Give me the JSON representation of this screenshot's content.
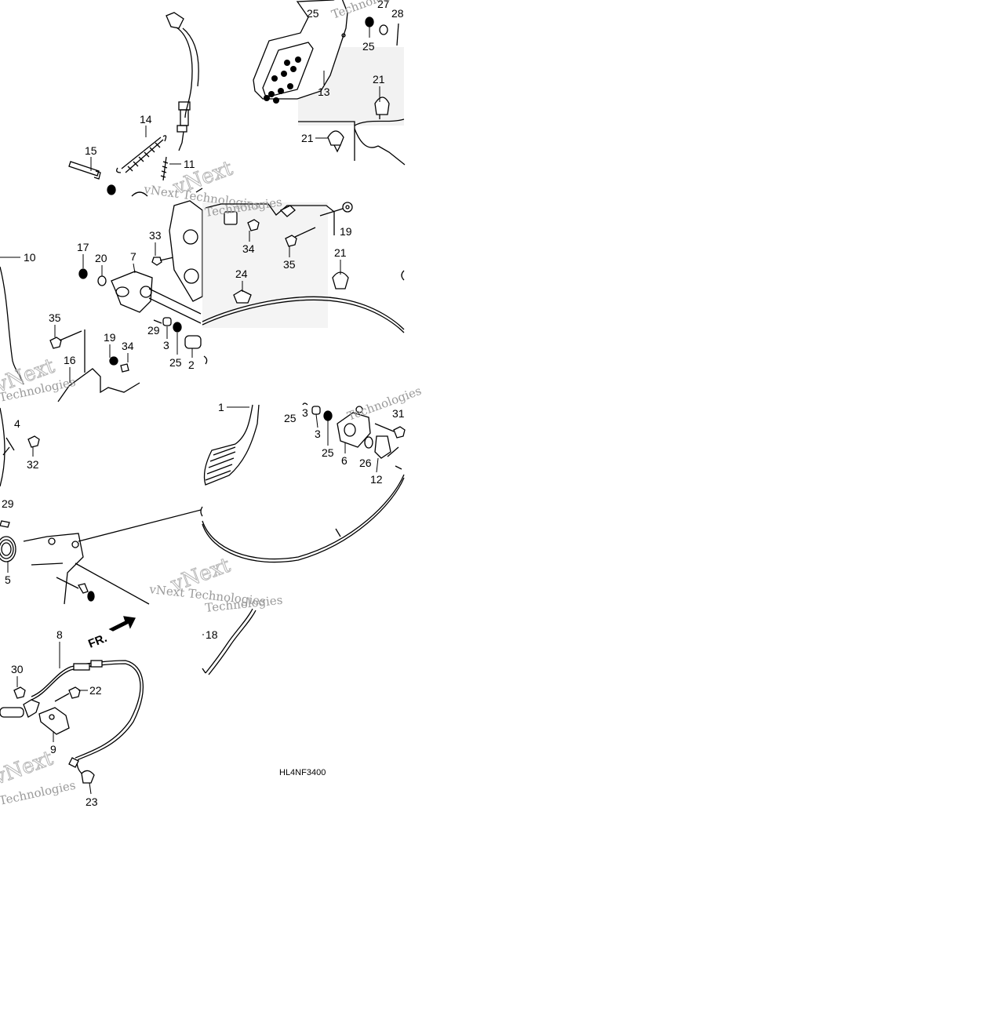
{
  "diagram": {
    "code": "HL4NF3400",
    "direction_label": "FR.",
    "watermark": {
      "line1": "vNext Technologies",
      "big": "vNext",
      "small": "Technologies"
    },
    "callouts": [
      "1",
      "2",
      "3",
      "4",
      "5",
      "6",
      "7",
      "8",
      "9",
      "10",
      "11",
      "12",
      "13",
      "14",
      "15",
      "16",
      "17",
      "18",
      "19",
      "20",
      "21",
      "22",
      "23",
      "24",
      "25",
      "26",
      "27",
      "28",
      "29",
      "30",
      "31",
      "32",
      "33",
      "34",
      "35"
    ]
  }
}
